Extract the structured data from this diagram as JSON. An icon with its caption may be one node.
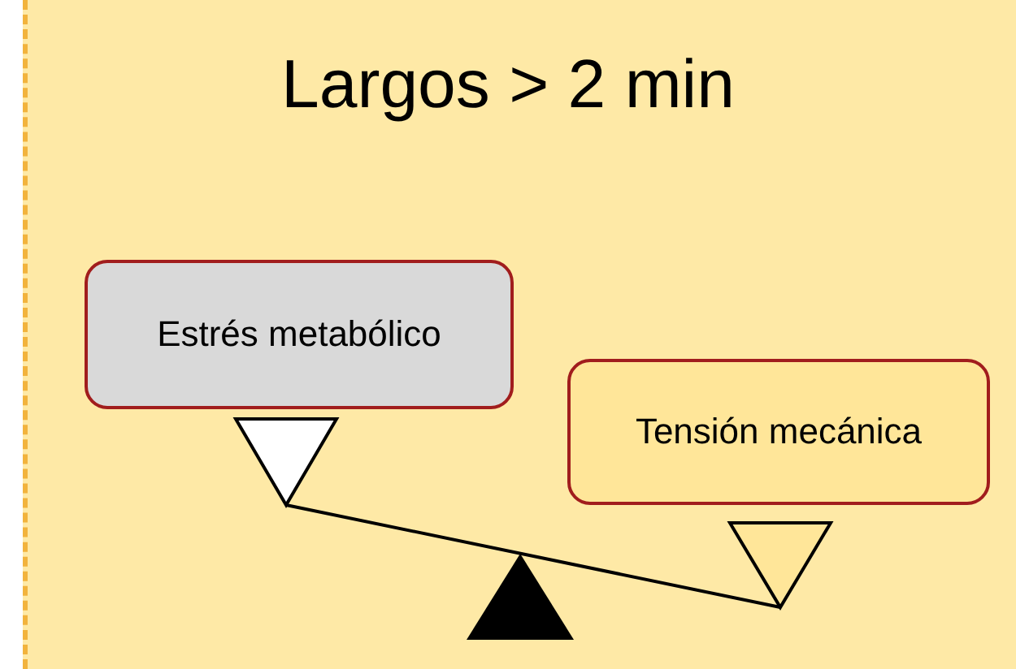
{
  "diagram": {
    "title": "Largos > 2 min",
    "nodes": [
      {
        "text": [
          "Estrés metabólico"
        ]
      },
      {
        "text": [
          "Tensión mecánica"
        ]
      }
    ]
  }
}
